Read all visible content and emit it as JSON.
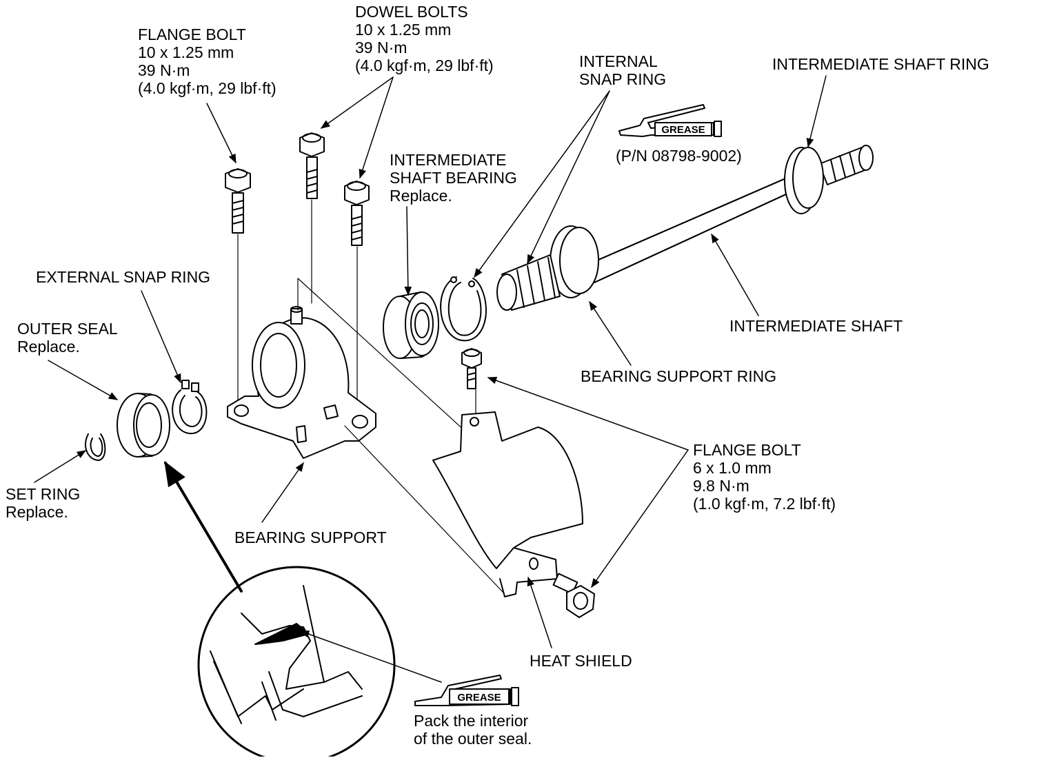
{
  "labels": {
    "flange_bolt_top": [
      "FLANGE BOLT",
      "10 x 1.25 mm",
      "39 N·m",
      "(4.0 kgf·m, 29 lbf·ft)"
    ],
    "dowel_bolts": [
      "DOWEL BOLTS",
      "10 x 1.25 mm",
      "39 N·m",
      "(4.0 kgf·m, 29 lbf·ft)"
    ],
    "internal_snap_ring": [
      "INTERNAL",
      "SNAP RING"
    ],
    "intermediate_shaft_ring": "INTERMEDIATE SHAFT RING",
    "grease_part_number": "(P/N 08798-9002)",
    "intermediate_shaft_bearing": [
      "INTERMEDIATE",
      "SHAFT BEARING",
      "Replace."
    ],
    "external_snap_ring": "EXTERNAL SNAP RING",
    "outer_seal": [
      "OUTER SEAL",
      "Replace."
    ],
    "intermediate_shaft": "INTERMEDIATE SHAFT",
    "bearing_support_ring": "BEARING SUPPORT RING",
    "flange_bolt_small": [
      "FLANGE BOLT",
      "6 x 1.0 mm",
      "9.8 N·m",
      "(1.0 kgf·m, 7.2 lbf·ft)"
    ],
    "set_ring": [
      "SET RING",
      "Replace."
    ],
    "bearing_support": "BEARING SUPPORT",
    "heat_shield": "HEAT SHIELD",
    "pack_note": [
      "Pack the interior",
      "of the outer seal."
    ]
  },
  "grease_tube_text": "GREASE",
  "icons": [
    "grease-tube-icon",
    "grease-tube-icon"
  ]
}
